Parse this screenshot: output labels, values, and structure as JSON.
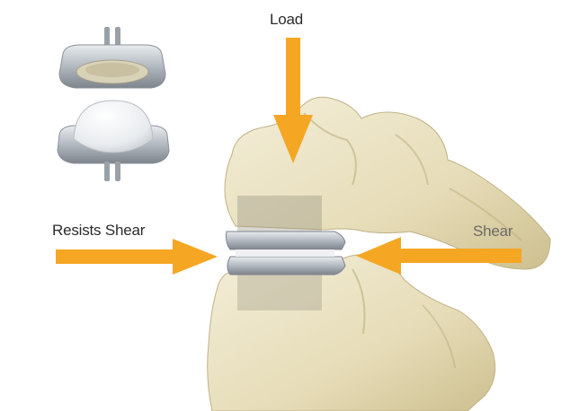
{
  "labels": {
    "load": "Load",
    "resists_shear": "Resists Shear",
    "shear": "Shear"
  },
  "colors": {
    "arrow": "#F5A623",
    "bone": "#E9E2C4",
    "bone_shadow": "#C9BF95",
    "implant_metal": "#B9BEC4",
    "implant_core": "#F2F2F2",
    "background": "#FFFFFF"
  },
  "icons": {
    "implant_top_view": "implant-superior-endplate-icon",
    "implant_bottom_view": "implant-dome-core-icon"
  }
}
